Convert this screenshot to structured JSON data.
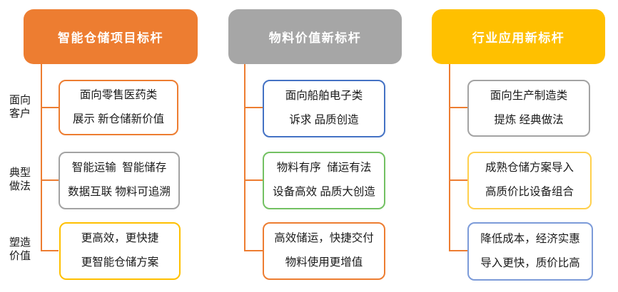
{
  "diagram": {
    "connector_color": "#ED7D31",
    "text_color": "#1a1a1a",
    "row_labels": [
      {
        "text": "面向\n客户"
      },
      {
        "text": "典型\n做法"
      },
      {
        "text": "塑造\n价值"
      }
    ],
    "columns": [
      {
        "header": {
          "label": "智能仓储项目标杆",
          "bg": "#ED7D31"
        },
        "boxes": [
          {
            "line1": "面向零售医药类",
            "line2": "展示 新仓储新价值",
            "border": "#ED7D31"
          },
          {
            "line1": "智能运输  智能储存",
            "line2": "数据互联 物料可追溯",
            "border": "#A3A3A3"
          },
          {
            "line1": "更高效，更快捷",
            "line2": "更智能仓储方案",
            "border": "#FFC000"
          }
        ]
      },
      {
        "header": {
          "label": "物料价值新标杆",
          "bg": "#A6A6A6"
        },
        "boxes": [
          {
            "line1": "面向船舶电子类",
            "line2": "诉求 品质创造",
            "border": "#4472C4"
          },
          {
            "line1": "物料有序  储运有法",
            "line2": "设备高效 品质大创造",
            "border": "#73C162"
          },
          {
            "line1": "高效储运，快捷交付",
            "line2": "物料使用更增值",
            "border": "#ED7D31"
          }
        ]
      },
      {
        "header": {
          "label": "行业应用新标杆",
          "bg": "#FFC000"
        },
        "boxes": [
          {
            "line1": "面向生产制造类",
            "line2": "提炼 经典做法",
            "border": "#A3A3A3"
          },
          {
            "line1": "成熟仓储方案导入",
            "line2": "高质价比设备组合",
            "border": "#FFD04D"
          },
          {
            "line1": "降低成本，经济实惠",
            "line2": "导入更快，质价比高",
            "border": "#7C9BD9"
          }
        ]
      }
    ]
  }
}
